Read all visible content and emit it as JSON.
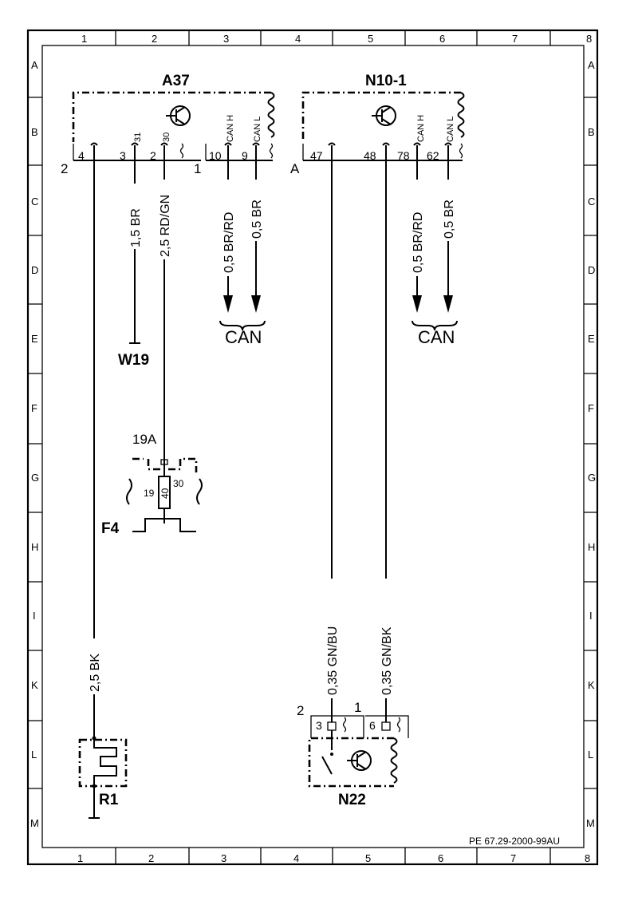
{
  "grid": {
    "columns": [
      "1",
      "2",
      "3",
      "4",
      "5",
      "6",
      "7",
      "8"
    ],
    "rows": [
      "A",
      "B",
      "C",
      "D",
      "E",
      "F",
      "G",
      "H",
      "I",
      "K",
      "L",
      "M"
    ]
  },
  "components": {
    "a37": {
      "name": "A37",
      "pin_labels": [
        "31",
        "30",
        "CAN H",
        "CAN L"
      ],
      "pins": [
        "4",
        "3",
        "2",
        "10",
        "9"
      ],
      "connector_left": "2",
      "connector_right": "1"
    },
    "n10": {
      "name": "N10-1",
      "pin_labels": [
        "CAN H",
        "CAN L"
      ],
      "pins": [
        "47",
        "48",
        "78",
        "62"
      ],
      "connector": "A"
    },
    "w19": {
      "name": "W19"
    },
    "f4": {
      "name": "F4",
      "fuse_ref": "19A",
      "terminals": [
        "19",
        "40",
        "30"
      ]
    },
    "r1": {
      "name": "R1"
    },
    "n22": {
      "name": "N22",
      "pins": [
        "3",
        "6"
      ],
      "connector_left": "2",
      "connector_right": "1"
    }
  },
  "wires": {
    "w1": "1,5 BR",
    "w2": "2,5 RD/GN",
    "w3": "0,5 BR/RD",
    "w4": "0,5 BR",
    "w5": "0,5 BR/RD",
    "w6": "0,5 BR",
    "w7": "2,5 BK",
    "w8": "0,35 GN/BU",
    "w9": "0,35 GN/BK"
  },
  "bus": {
    "left": "CAN",
    "right": "CAN"
  },
  "footer": {
    "ref": "PE 67.29-2000-99AU"
  }
}
